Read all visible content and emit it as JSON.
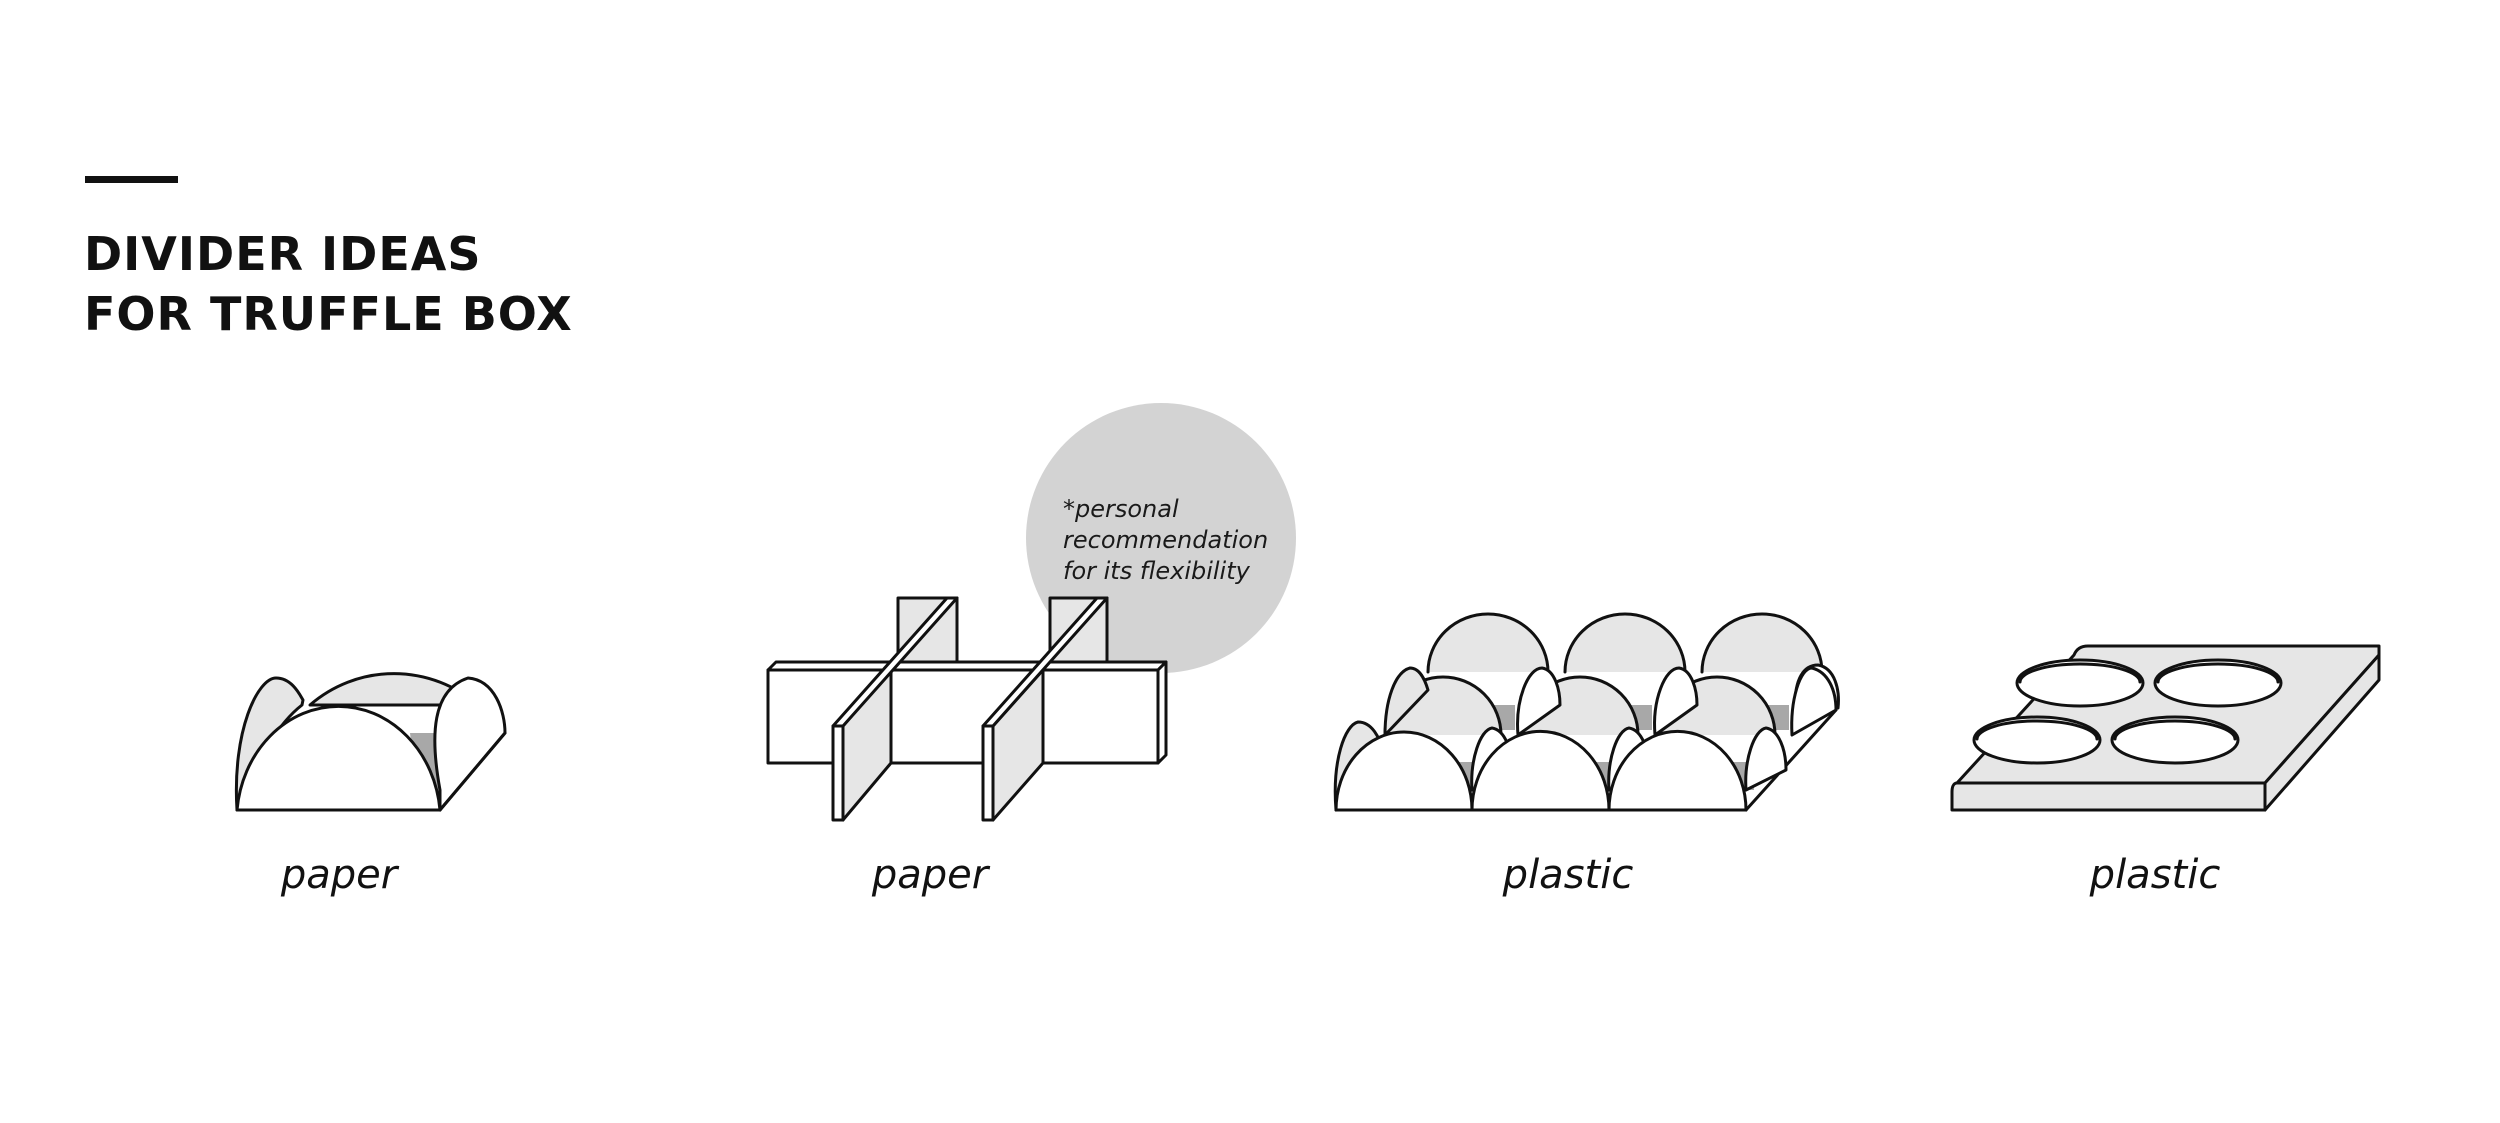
{
  "title": {
    "line1": "DIVIDER IDEAS",
    "line2": "FOR TRUFFLE BOX"
  },
  "note": {
    "line1": "*personal",
    "line2": "recommendation",
    "line3": "for its flexibility"
  },
  "dividers": [
    {
      "icon": "paper-dome-divider-icon",
      "material": "paper"
    },
    {
      "icon": "paper-cross-divider-icon",
      "material": "paper"
    },
    {
      "icon": "plastic-dome-tray-icon",
      "material": "plastic"
    },
    {
      "icon": "plastic-hole-tray-icon",
      "material": "plastic"
    }
  ],
  "colors": {
    "ink": "#111111",
    "bubble": "#d3d3d3",
    "light_face": "#e6e6e6",
    "shadow_face": "#a8a8a8",
    "paper_white": "#ffffff"
  }
}
